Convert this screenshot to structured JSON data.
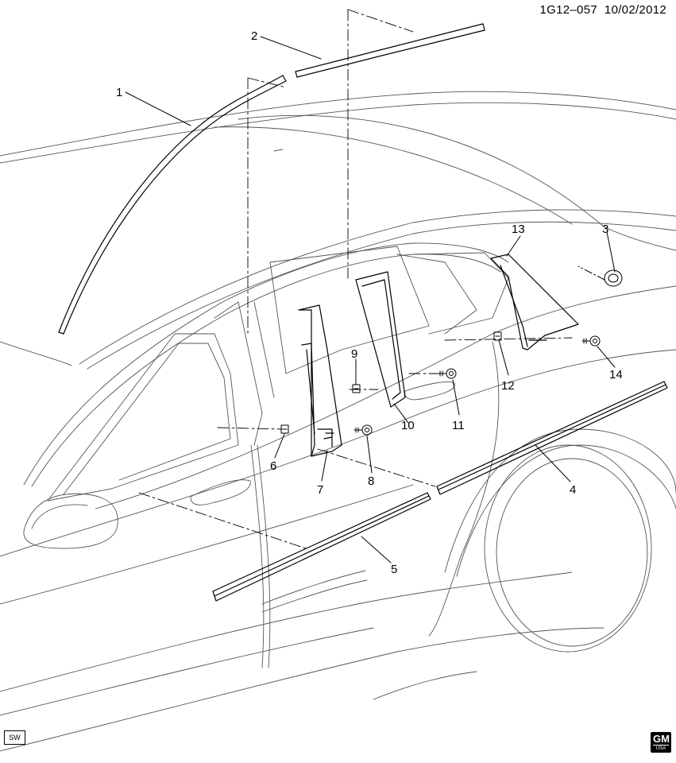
{
  "header": {
    "code": "1G12–057",
    "date": "10/02/2012"
  },
  "callouts": [
    "1",
    "2",
    "3",
    "4",
    "5",
    "6",
    "7",
    "8",
    "9",
    "10",
    "11",
    "12",
    "13",
    "14"
  ],
  "footer": {
    "left_box": "SW",
    "logo_text": "GM",
    "logo_sub": "USA"
  }
}
